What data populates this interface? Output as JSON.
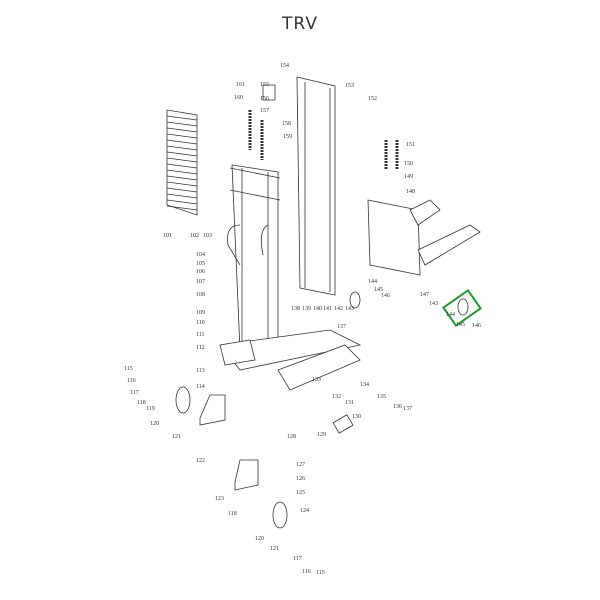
{
  "title": "TRV",
  "highlight_color": "#1a9a2a",
  "highlighted_part": "144",
  "part_labels": [
    "101",
    "102",
    "103",
    "104",
    "105",
    "106",
    "107",
    "108",
    "109",
    "110",
    "111",
    "112",
    "113",
    "114",
    "115",
    "116",
    "117",
    "118",
    "119",
    "120",
    "121",
    "122",
    "123",
    "124",
    "125",
    "126",
    "127",
    "128",
    "129",
    "130",
    "131",
    "132",
    "133",
    "134",
    "135",
    "136",
    "137",
    "138",
    "139",
    "140",
    "141",
    "142",
    "143",
    "144",
    "145",
    "146",
    "147",
    "148",
    "149",
    "150",
    "151",
    "152",
    "153",
    "154",
    "155",
    "156",
    "157",
    "158",
    "159",
    "160",
    "161"
  ]
}
